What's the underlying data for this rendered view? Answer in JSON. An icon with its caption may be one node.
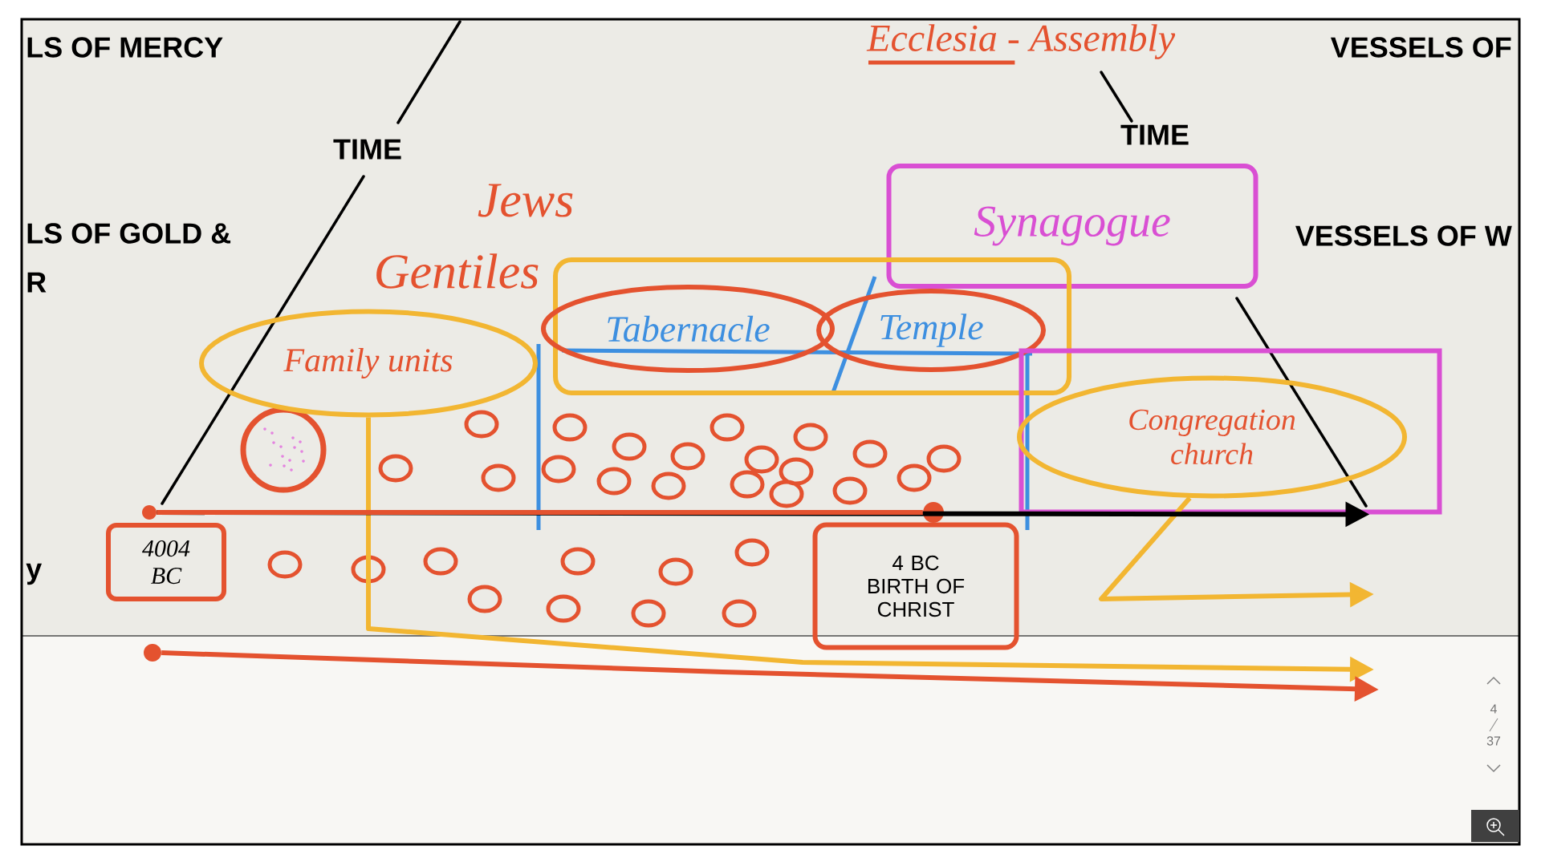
{
  "diagram": {
    "nodes": [
      {
        "text": [
          "Synagogue"
        ]
      },
      {
        "text": [],
        "shape": "box"
      },
      {
        "text": [
          "Tabernacle"
        ],
        "in": 1
      },
      {
        "text": [
          "Temple"
        ],
        "in": 1
      },
      {
        "text": [
          "Family units"
        ]
      },
      {
        "text": [],
        "shape": "box"
      },
      {
        "text": [
          "Congregation church"
        ],
        "in": 5
      },
      {
        "text": [
          "4004 BC"
        ]
      },
      {
        "text": [
          "4 BC",
          "BIRTH OF CHRIST"
        ]
      },
      {
        "text": [],
        "shape": "circle"
      },
      {
        "text": [],
        "shape": "circle"
      },
      {
        "text": [],
        "shape": "circle"
      }
    ],
    "edges": [
      {
        "from": 4,
        "to": null,
        "arrow": "to"
      },
      {
        "from": 6,
        "to": null,
        "arrow": "to"
      },
      {
        "from": 9,
        "to": null,
        "arrow": "to",
        "color": "#e4522f"
      },
      {
        "from": 10,
        "to": 5,
        "arrow": "to",
        "color": "#000000"
      },
      {
        "from": 10,
        "to": 11,
        "arrow": "none",
        "color": "#e4522f"
      }
    ],
    "labels": [
      "LS OF MERCY",
      "Ecclesia - Assembly",
      "VESSELS OF",
      "TIME",
      "TIME",
      "Jews",
      "LS OF GOLD &",
      "VESSELS OF W",
      "Gentiles",
      "R",
      "y",
      "4",
      "37"
    ]
  }
}
